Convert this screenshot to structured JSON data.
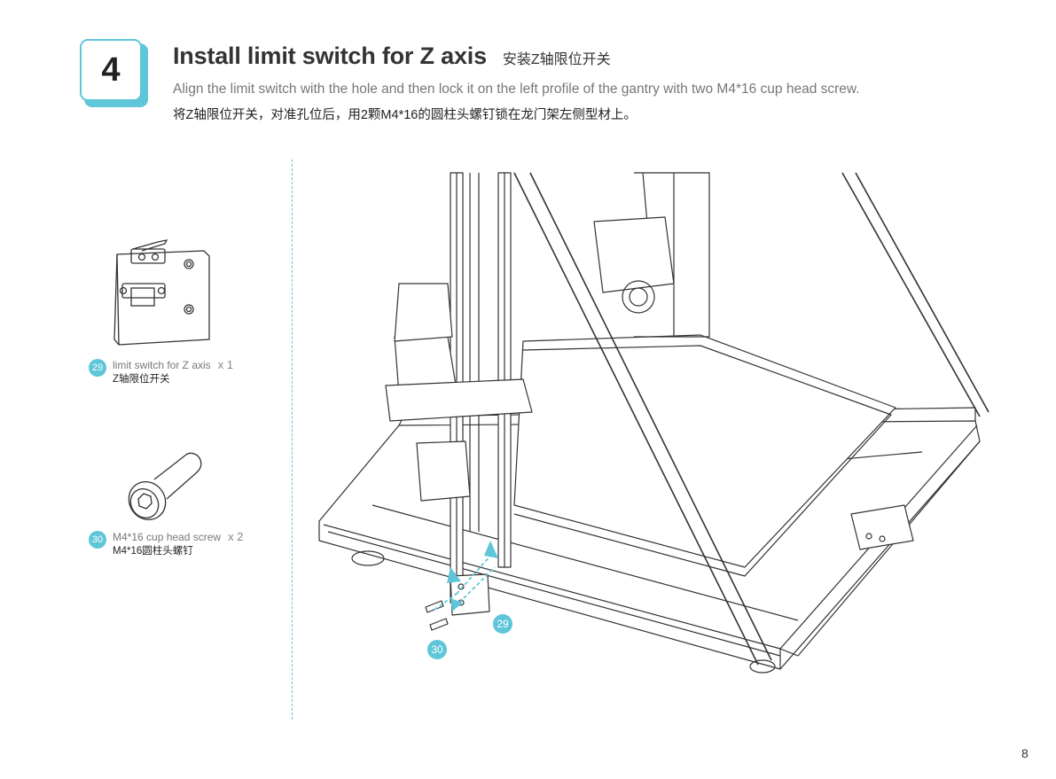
{
  "step": {
    "number": "4",
    "title_en": "Install limit switch for Z axis",
    "title_zh": "安装Z轴限位开关",
    "desc_en": "Align the limit switch with the hole and then lock it on the left profile of the gantry with two M4*16 cup head screw.",
    "desc_zh": "将Z轴限位开关，对准孔位后，用2颗M4*16的圆柱头螺钉锁在龙门架左侧型材上。"
  },
  "parts": [
    {
      "id": "29",
      "name_en": "limit switch for Z axis",
      "qty": "x 1",
      "name_zh": "Z轴限位开关"
    },
    {
      "id": "30",
      "name_en": "M4*16 cup head screw",
      "qty": "x 2",
      "name_zh": "M4*16圆柱头螺钉"
    }
  ],
  "callouts": {
    "switch": "29",
    "screw": "30"
  },
  "page_number": "8",
  "colors": {
    "accent": "#5ec6d8",
    "line": "#333333"
  }
}
